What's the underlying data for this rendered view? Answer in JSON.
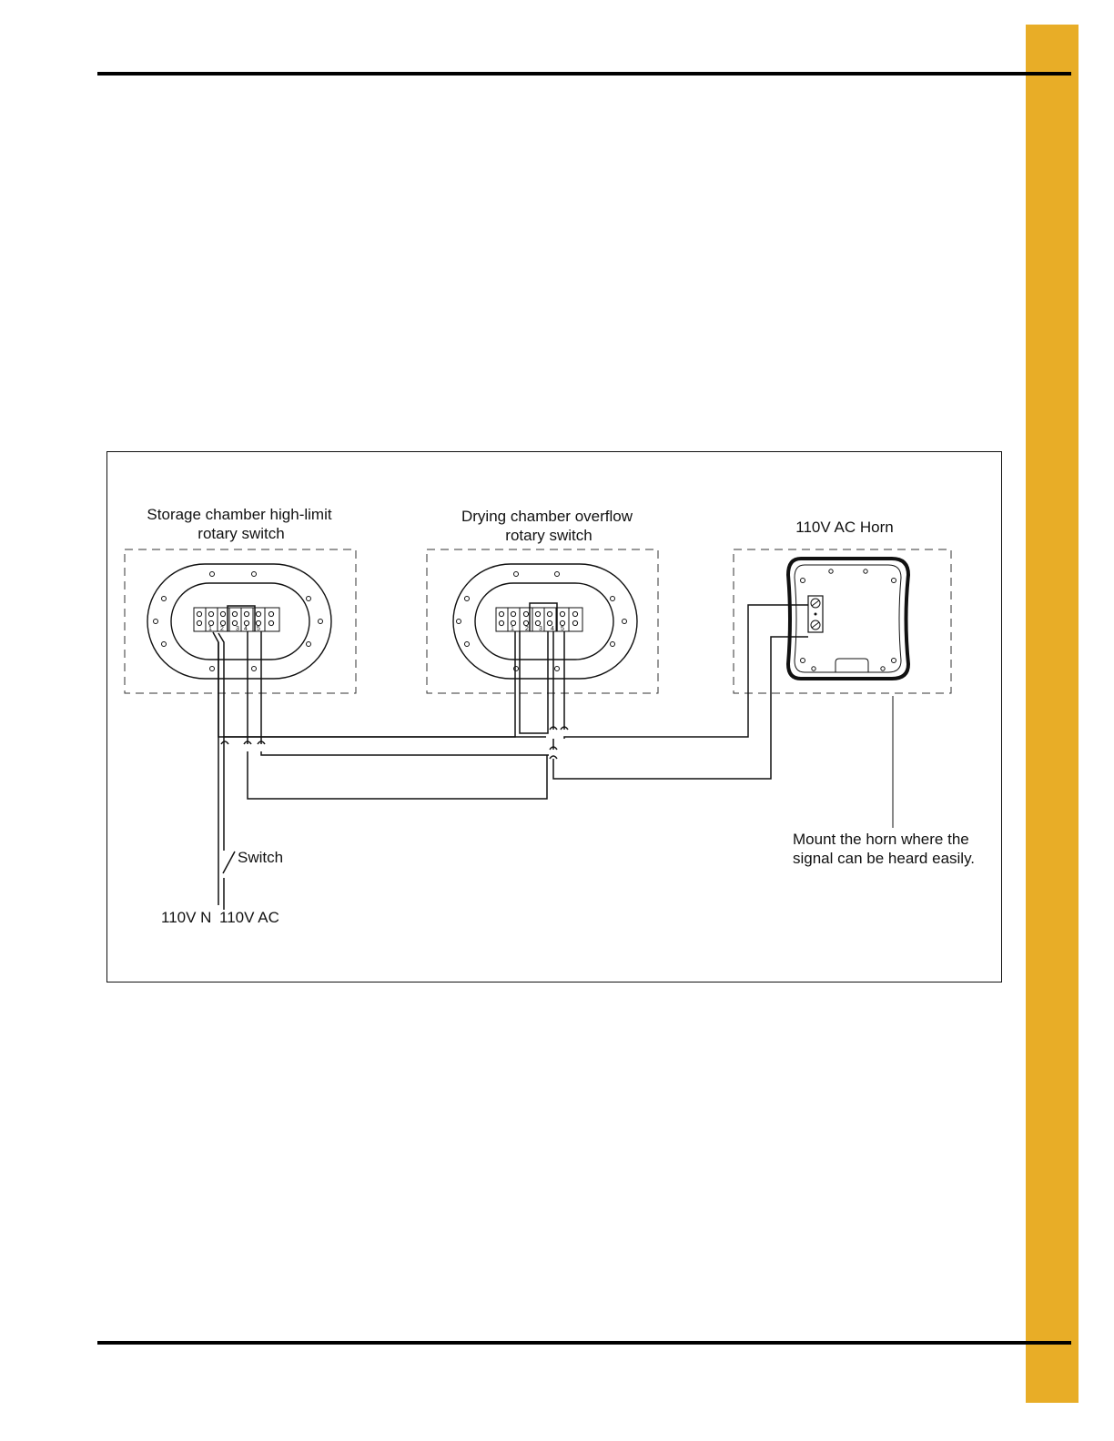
{
  "colors": {
    "side_tab": "#E8AD27",
    "rule": "#000000",
    "line": "#111111"
  },
  "diagram": {
    "storage_switch_label": [
      "Storage chamber high-limit",
      "rotary switch"
    ],
    "drying_switch_label": [
      "Drying chamber overflow",
      "rotary switch"
    ],
    "horn_label": "110V AC Horn",
    "horn_note": [
      "Mount the horn where the",
      "signal can be heard easily."
    ],
    "switch_label": "Switch",
    "neutral_label": "110V N",
    "ac_label": "110V AC",
    "terminal_numbers": [
      "1",
      "2",
      "3",
      "4",
      "5"
    ]
  }
}
